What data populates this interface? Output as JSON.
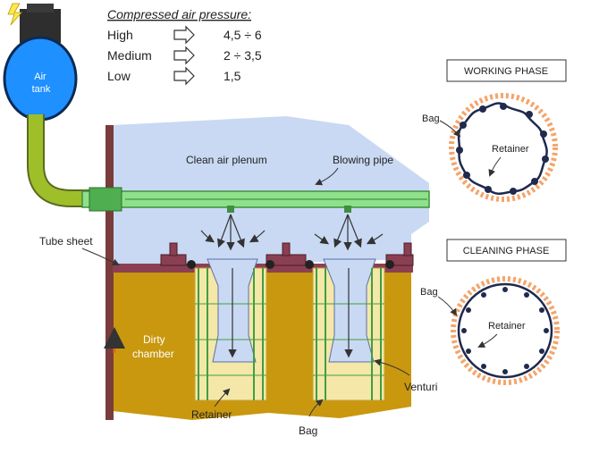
{
  "pressure": {
    "title": "Compressed air pressure:",
    "rows": [
      {
        "level": "High",
        "value": "4,5 ÷ 6"
      },
      {
        "level": "Medium",
        "value": "2 ÷ 3,5"
      },
      {
        "level": "Low",
        "value": "1,5"
      }
    ]
  },
  "tank": {
    "line1": "Air",
    "line2": "tank"
  },
  "labels": {
    "clean_air_plenum": "Clean air plenum",
    "blowing_pipe": "Blowing pipe",
    "tube_sheet": "Tube sheet",
    "dirty_line1": "Dirty",
    "dirty_line2": "chamber",
    "retainer": "Retainer",
    "bag": "Bag",
    "venturi": "Venturi"
  },
  "working_phase": {
    "title": "WORKING PHASE",
    "bag": "Bag",
    "retainer": "Retainer"
  },
  "cleaning_phase": {
    "title": "CLEANING PHASE",
    "bag": "Bag",
    "retainer": "Retainer"
  },
  "colors": {
    "plenum": "#c9d9f3",
    "pipe": "#8fe08a",
    "dirty": "#c9980e",
    "tank": "#1e90ff",
    "bag_fringe": "#f4a46a",
    "retainer_dark": "#1f2a4d"
  }
}
